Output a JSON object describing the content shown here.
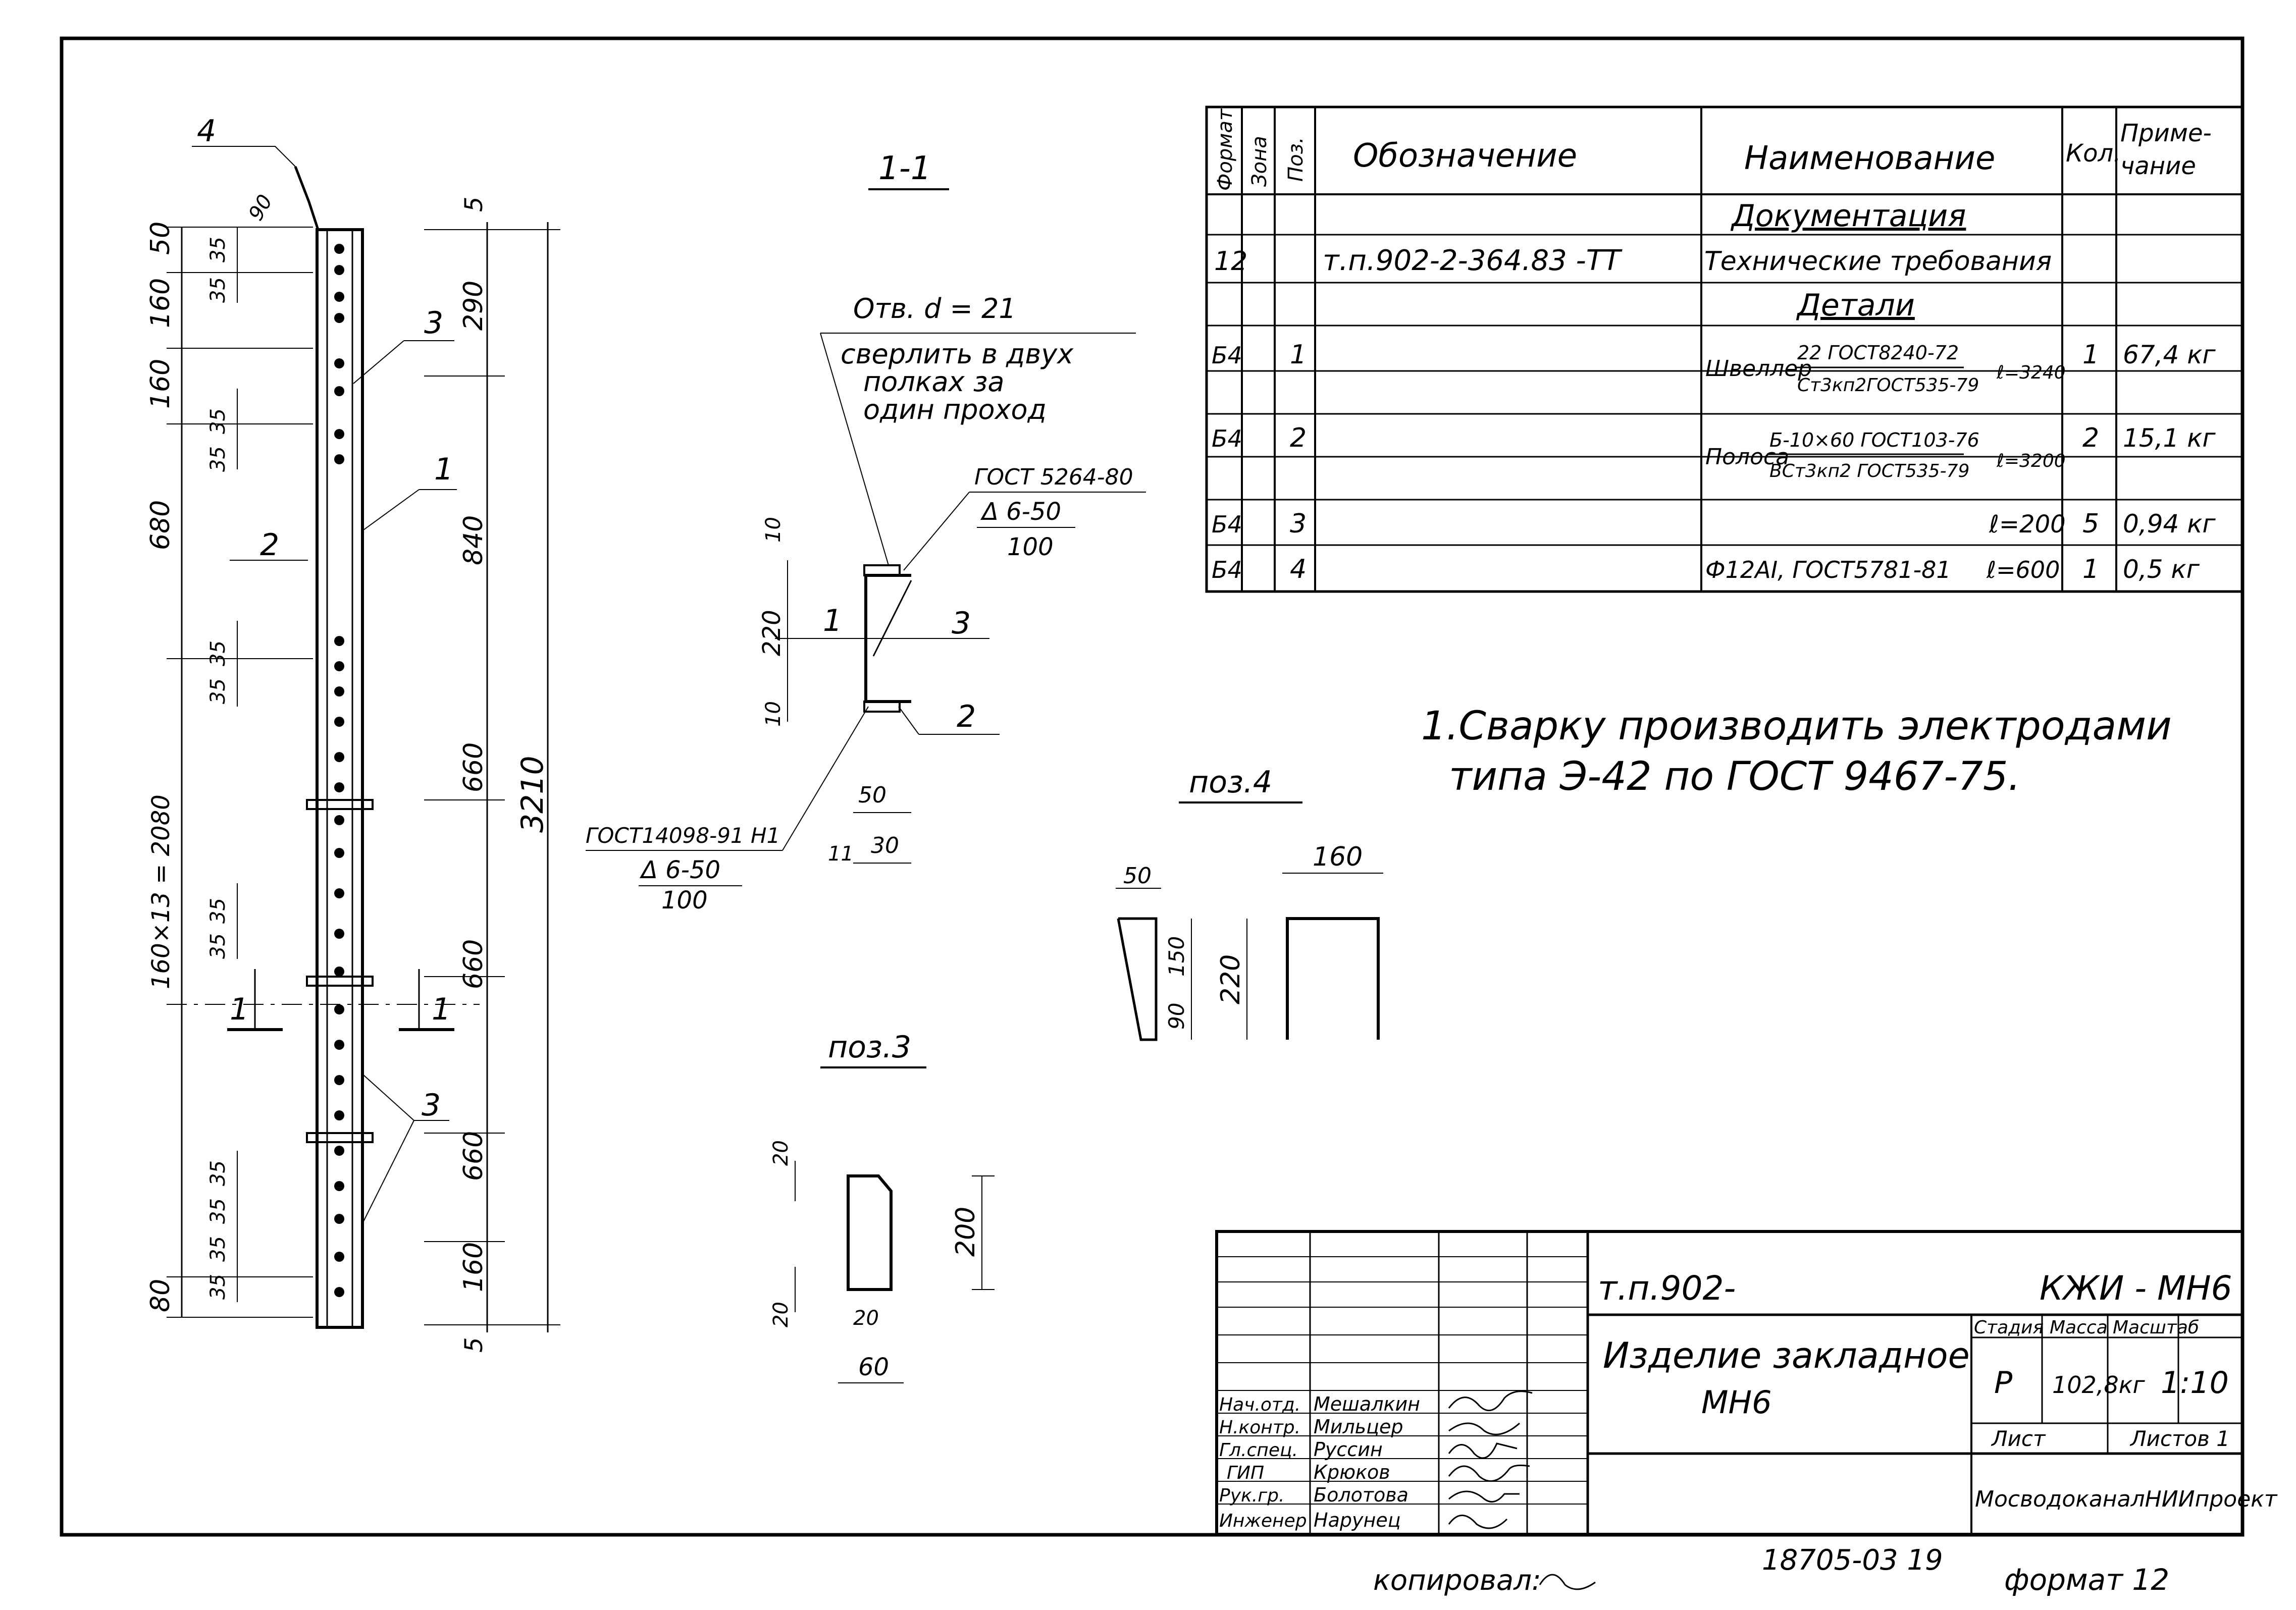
{
  "spec_table": {
    "headers": {
      "format": "Формат",
      "zone": "Зона",
      "pos": "Поз.",
      "designation": "Обозначение",
      "name": "Наименование",
      "qty": "Кол.",
      "note_1": "Приме-",
      "note_2": "чание"
    },
    "section_docs": "Документация",
    "row_doc": {
      "format": "12",
      "designation": "т.п.902-2-364.83 -ТТ",
      "name": "Технические требования"
    },
    "section_parts": "Детали",
    "rows": [
      {
        "format": "Б4",
        "pos": "1",
        "name_prefix": "Швеллер",
        "name_top": "22 ГОСТ8240-72",
        "name_bottom": "Ст3кп2ГОСТ535-79",
        "length": "ℓ=3240",
        "qty": "1",
        "note": "67,4 кг"
      },
      {
        "format": "Б4",
        "pos": "2",
        "name_prefix": "Полоса",
        "name_top": "Б-10×60 ГОСТ103-76",
        "name_bottom": "ВСт3кп2 ГОСТ535-79",
        "length": "ℓ=3200",
        "qty": "2",
        "note": "15,1 кг"
      },
      {
        "format": "Б4",
        "pos": "3",
        "name": "ℓ=200",
        "qty": "5",
        "note": "0,94 кг"
      },
      {
        "format": "Б4",
        "pos": "4",
        "name_left": "Ф12АI, ГОСТ5781-81",
        "name_right": "ℓ=600",
        "qty": "1",
        "note": "0,5 кг"
      }
    ]
  },
  "note": {
    "line1": "1.Сварку производить электродами",
    "line2": "типа Э-42 по ГОСТ 9467-75."
  },
  "section_1_1": {
    "title": "1-1",
    "hole_1": "Отв. d = 21",
    "hole_2": "сверлить в двух",
    "hole_3": "полках за",
    "hole_4": "один проход",
    "weld_top_std": "ГОСТ 5264-80",
    "weld_top_spec": "Δ 6-50",
    "weld_top_pitch": "100",
    "weld_bot_std": "ГОСТ14098-91 Н1",
    "weld_bot_spec": "Δ 6-50",
    "weld_bot_pitch": "100",
    "dim_10a": "10",
    "dim_220": "220",
    "dim_10b": "10",
    "dim_50": "50",
    "dim_11": "11",
    "dim_30": "30",
    "lbl_1": "1",
    "lbl_2": "2",
    "lbl_3": "3"
  },
  "poz3": {
    "title": "поз.3",
    "dim_20a": "20",
    "dim_20b": "20",
    "dim_200": "200",
    "dim_20c": "20",
    "dim_60": "60"
  },
  "poz4": {
    "title": "поз.4",
    "dim_50": "50",
    "dim_160": "160",
    "dim_150": "150",
    "dim_90": "90",
    "dim_220": "220"
  },
  "elevation": {
    "left_dims": [
      "50",
      "160",
      "160",
      "680",
      "160×13 = 2080",
      "80"
    ],
    "small_35": "35",
    "small_90": "90",
    "right_dims": [
      "5",
      "290",
      "840",
      "660",
      "660",
      "660",
      "160",
      "5"
    ],
    "total": "3210",
    "lbl_4": "4",
    "lbl_3": "3",
    "lbl_1": "1",
    "lbl_2": "2",
    "sec_1": "1"
  },
  "title_block": {
    "project": "т.п.902-",
    "code": "КЖИ - МН6",
    "name_1": "Изделие закладное",
    "name_2": "МН6",
    "stage_hdr": "Стадия",
    "mass_hdr": "Масса",
    "scale_hdr": "Масштаб",
    "stage": "Р",
    "mass": "102,8кг",
    "scale": "1:10",
    "sheet": "Лист",
    "sheets": "Листов 1",
    "org": "МосводоканалНИИпроект",
    "roles": [
      "Нач.отд.",
      "Н.контр.",
      "Гл.спец.",
      "ГИП",
      "Рук.гр.",
      "Инженер"
    ],
    "people": [
      "Мешалкин",
      "Мильцер",
      "Руссин",
      "Крюков",
      "Болотова",
      "Нарунец"
    ]
  },
  "footer": {
    "copied": "копировал:",
    "doc_no": "18705-03 19",
    "format": "формат 12"
  }
}
